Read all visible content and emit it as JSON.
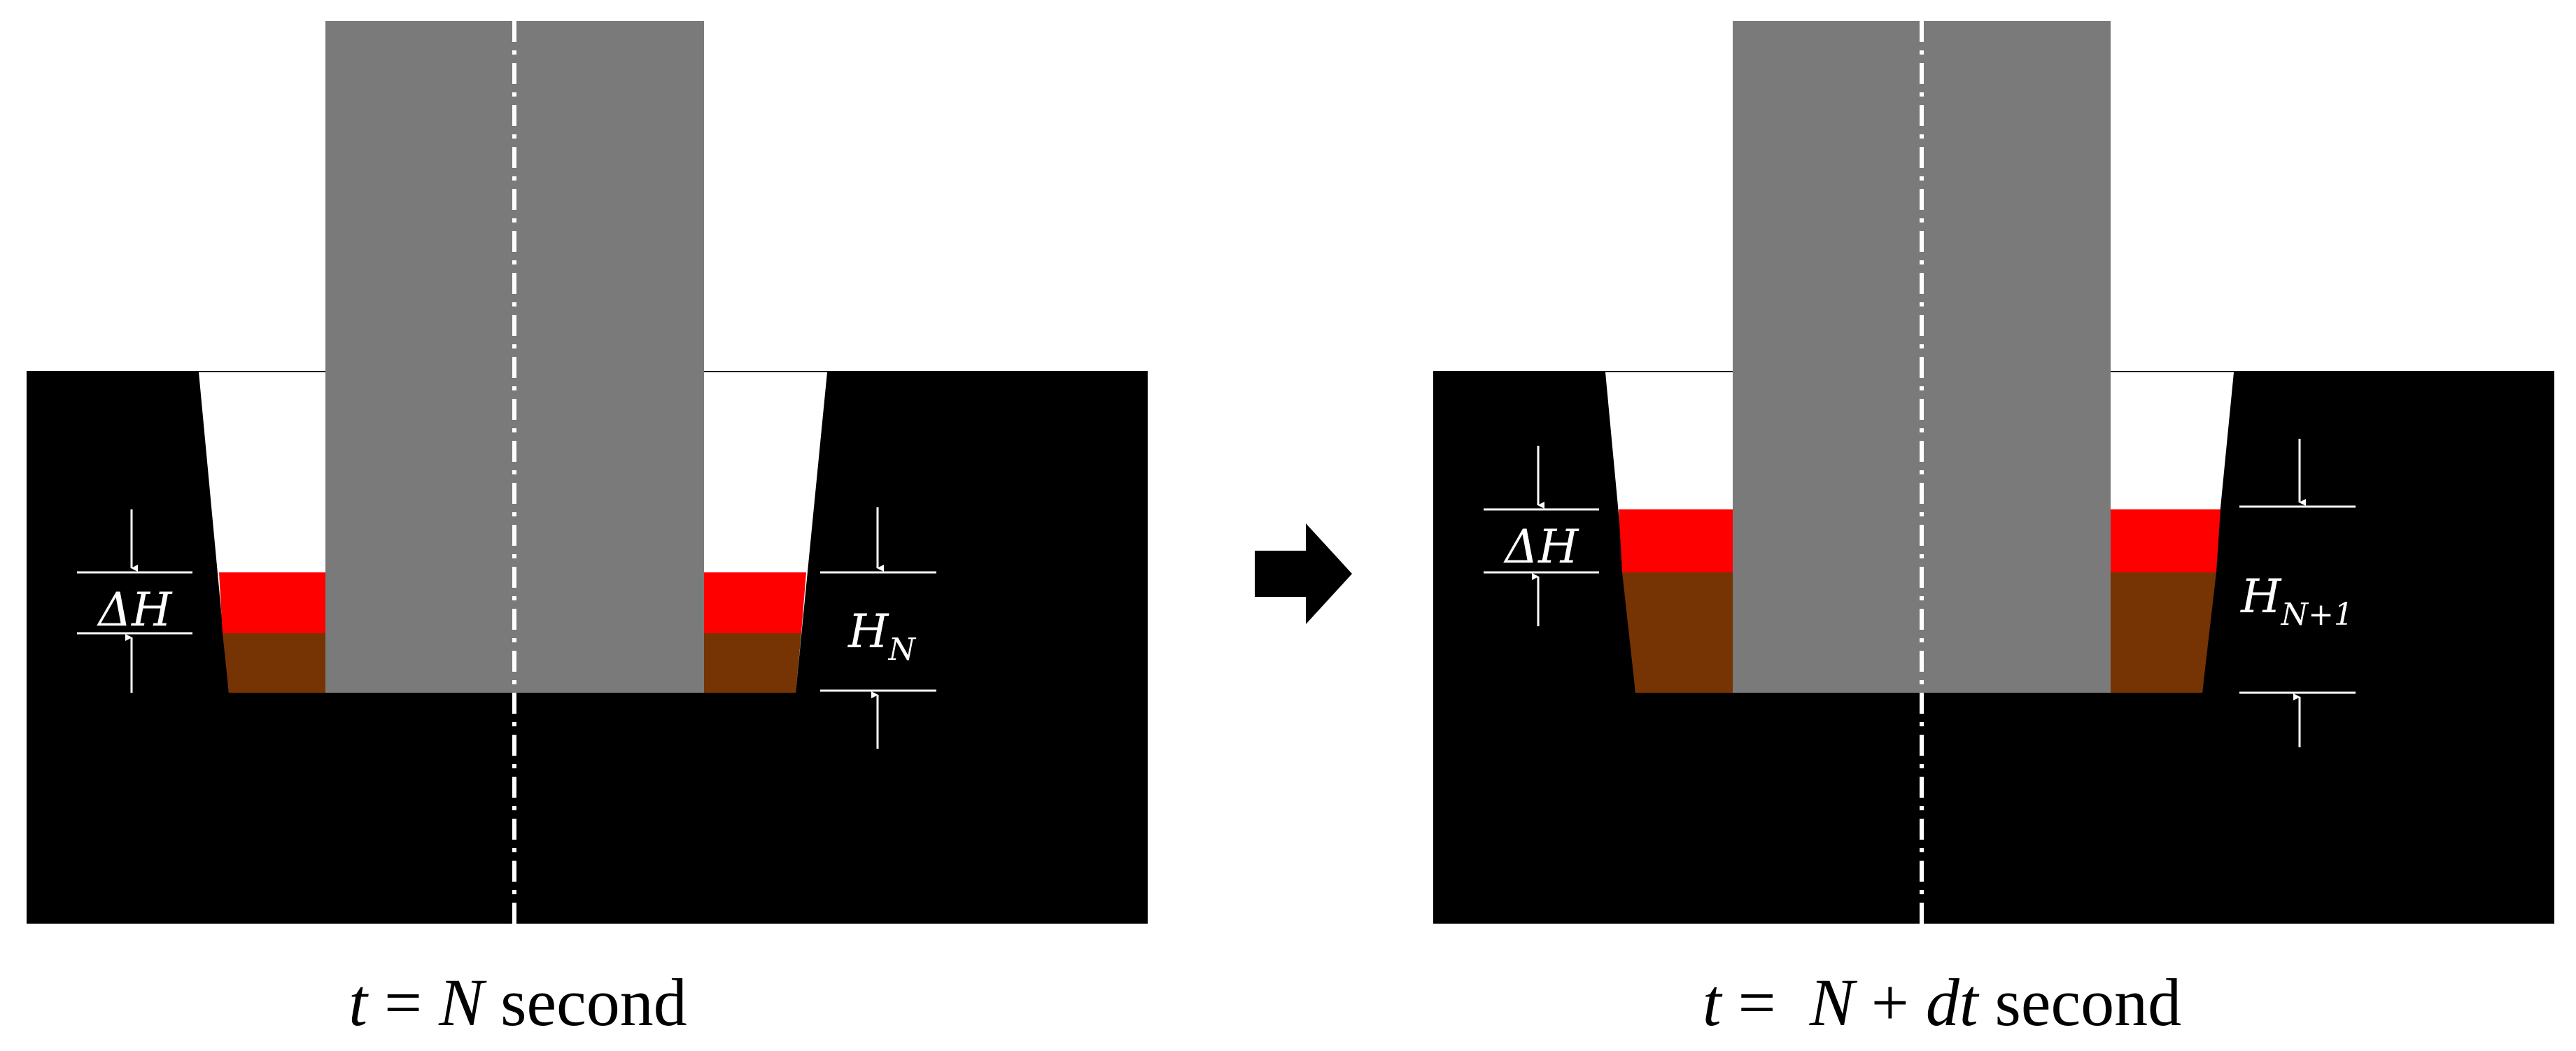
{
  "colors": {
    "background": "#ffffff",
    "substrate": "#000000",
    "punch": "#7a7a7a",
    "layer_top": "#ff0000",
    "layer_bottom": "#763303",
    "annotation": "#ffffff",
    "caption_text": "#000000"
  },
  "left_panel": {
    "delta_label": "ΔH",
    "height_label_main": "H",
    "height_label_sub": "N",
    "caption": {
      "t": "t",
      "eq": " = ",
      "var": "N",
      "unit": " second"
    }
  },
  "right_panel": {
    "delta_label": "ΔH",
    "height_label_main": "H",
    "height_label_sub": "N+1",
    "caption": {
      "t": "t",
      "eq": " =  ",
      "var": "N",
      "plus": " + ",
      "dt": "dt",
      "unit": " second"
    }
  },
  "transition_arrow": "right-arrow-icon"
}
